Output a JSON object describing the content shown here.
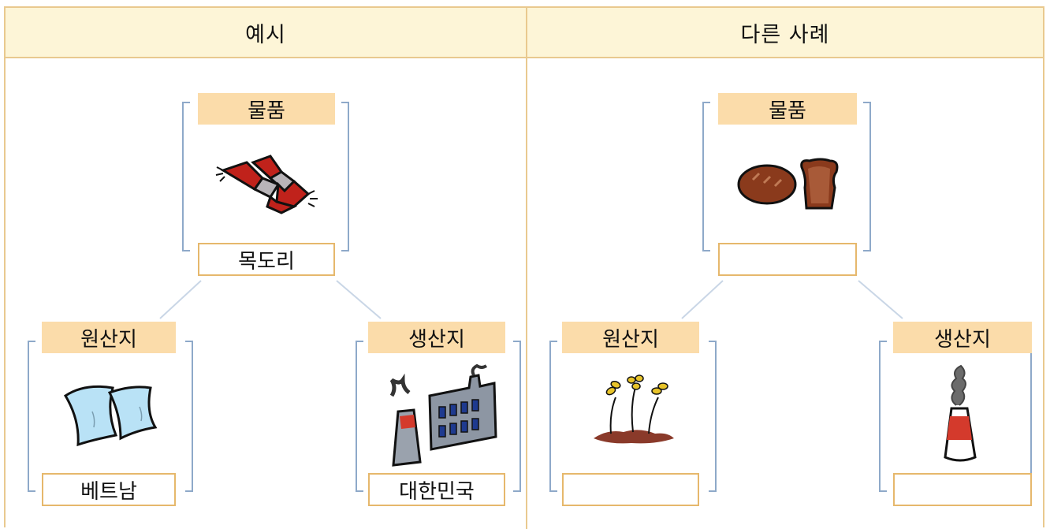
{
  "headers": {
    "example": "예시",
    "other": "다른 사례"
  },
  "example": {
    "product": {
      "label": "물품",
      "value": "목도리",
      "icon": "scarf-icon"
    },
    "origin": {
      "label": "원산지",
      "value": "베트남",
      "icon": "cloth-icon"
    },
    "production": {
      "label": "생산지",
      "value": "대한민국",
      "icon": "factory-icon"
    }
  },
  "other": {
    "product": {
      "label": "물품",
      "value": "",
      "icon": "bread-icon"
    },
    "origin": {
      "label": "원산지",
      "value": "",
      "icon": "wheat-icon"
    },
    "production": {
      "label": "생산지",
      "value": "",
      "icon": "factory-chimney-icon"
    }
  },
  "colors": {
    "header_bg": "#fdf5d7",
    "border": "#e9c98f",
    "label_bg": "#fbdcaa",
    "bracket": "#8ea9c9"
  }
}
